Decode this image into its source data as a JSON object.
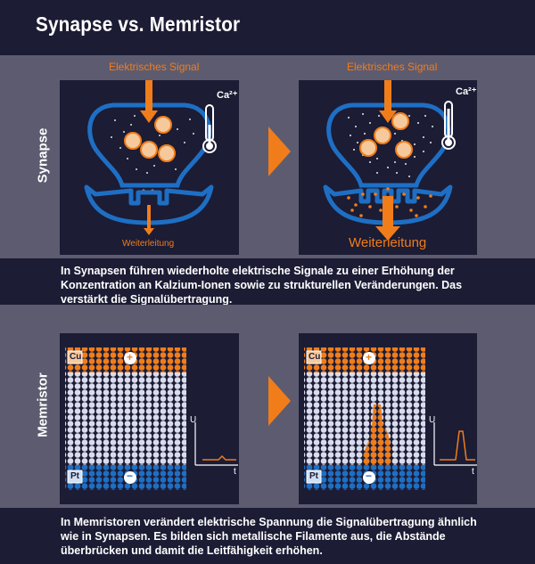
{
  "title": "Synapse vs. Memristor",
  "synapse": {
    "side_label": "Synapse",
    "left": {
      "signal_label": "Elektrisches Signal",
      "output_label": "Weiterleitung",
      "ion_label": "Ca²⁺"
    },
    "right": {
      "signal_label": "Elektrisches Signal",
      "output_label": "Weiterleitung",
      "ion_label": "Ca²⁺"
    },
    "caption": "In Synapsen führen wiederholte elektrische Signale zu einer Erhöhung der Konzentration an Kalzium-Ionen sowie zu strukturellen Veränderungen. Das verstärkt die Signalübertragung."
  },
  "memristor": {
    "side_label": "Memristor",
    "left": {
      "top_electrode": "Cu",
      "bottom_electrode": "Pt",
      "plus": "+",
      "minus": "−",
      "y_axis": "U",
      "x_axis": "t"
    },
    "right": {
      "top_electrode": "Cu",
      "bottom_electrode": "Pt",
      "plus": "+",
      "minus": "−",
      "y_axis": "U",
      "x_axis": "t"
    },
    "caption": "In Memristoren verändert elektrische Spannung die Signalübertragung ähnlich wie in Synapsen. Es bilden sich metallische Filamente aus, die Abstände überbrücken und damit die Leitfähigkeit erhöhen."
  },
  "colors": {
    "orange": "#f07d1a",
    "blue": "#1e6fc4",
    "navy": "#1c1c35",
    "grey_band": "#5d5b70",
    "bead": "#d8dcec"
  }
}
